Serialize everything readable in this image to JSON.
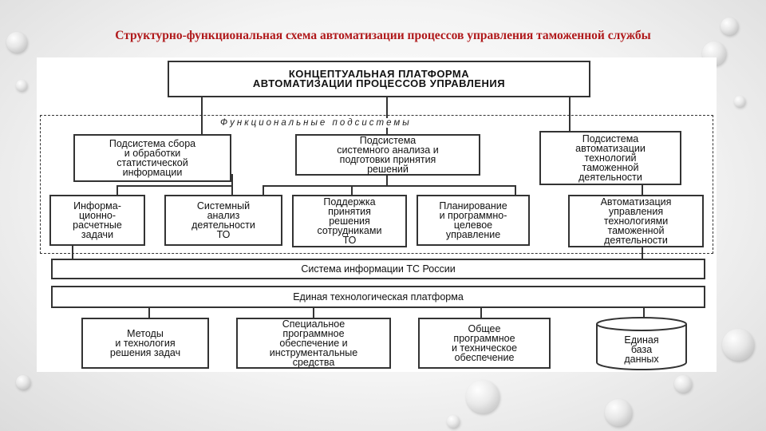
{
  "slide": {
    "title": "Структурно-функциональная схема автоматизации процессов управления таможенной службы"
  },
  "diagram": {
    "platform": "КОНЦЕПТУАЛЬНАЯ ПЛАТФОРМА\nАВТОМАТИЗАЦИИ ПРОЦЕССОВ УПРАВЛЕНИЯ",
    "functional_label": "Функциональные подсистемы",
    "subsystems": [
      "Подсистема сбора\nи обработки\nстатистической\nинформации",
      "Подсистема\nсистемного анализа и\nподготовки принятия\nрешений",
      "Подсистема\nавтоматизации\nтехнологий\nтаможенной\nдеятельности"
    ],
    "tasks": [
      "Информа-\nционно-\nрасчетные\nзадачи",
      "Системный\nанализ\nдеятельности\nТО",
      "Поддержка\nпринятия\nрешения\nсотрудниками\nТО",
      "Планирование\nи программно-\nцелевое\nуправление",
      "Автоматизация\nуправления\nтехнологиями\nтаможенной\nдеятельности"
    ],
    "info_system": "Система информации ТС России",
    "tech_platform": "Единая технологическая платформа",
    "bottom": [
      "Методы\nи технология\nрешения задач",
      "Специальное\nпрограммное\nобеспечение и\nинструментальные\nсредства",
      "Общее\nпрограммное\nи техническое\nобеспечение"
    ],
    "database": "Единая\nбаза\nданных"
  }
}
